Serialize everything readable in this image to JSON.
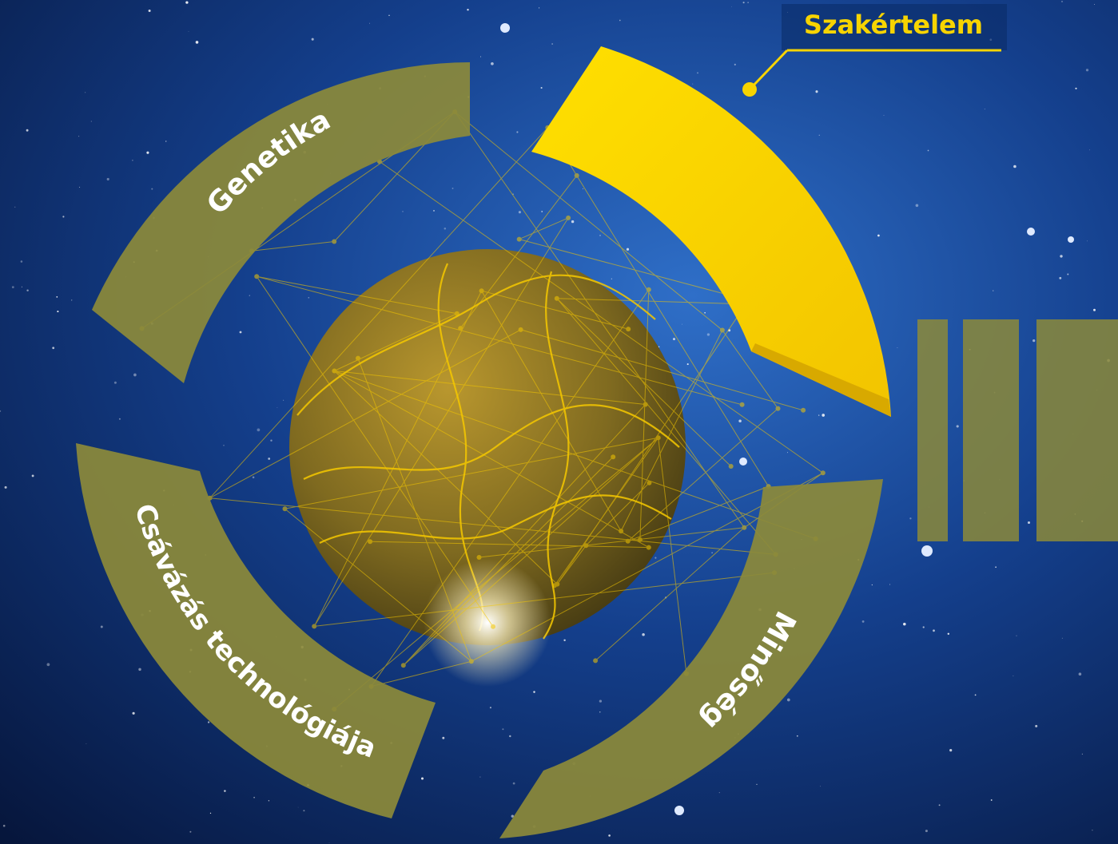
{
  "segments": [
    {
      "id": "genetics",
      "label": "Genetika",
      "highlighted": false
    },
    {
      "id": "expertise",
      "label": "Szakértelem",
      "highlighted": true
    },
    {
      "id": "quality",
      "label": "Minőség",
      "highlighted": false
    },
    {
      "id": "brewing",
      "label": "Csávázás technológiája",
      "highlighted": false
    }
  ],
  "colors": {
    "space_dark": "#06153a",
    "space_mid": "#123a85",
    "space_light": "#2d6bc4",
    "arc_muted": "#8c8a3a",
    "arc_highlight": "#f7d400",
    "callout": "#f7d400",
    "planet": "#8a7424",
    "particles": "#f5c800"
  },
  "icons": {
    "planet": "network-globe-icon",
    "pause": "pause-bars-icon"
  }
}
